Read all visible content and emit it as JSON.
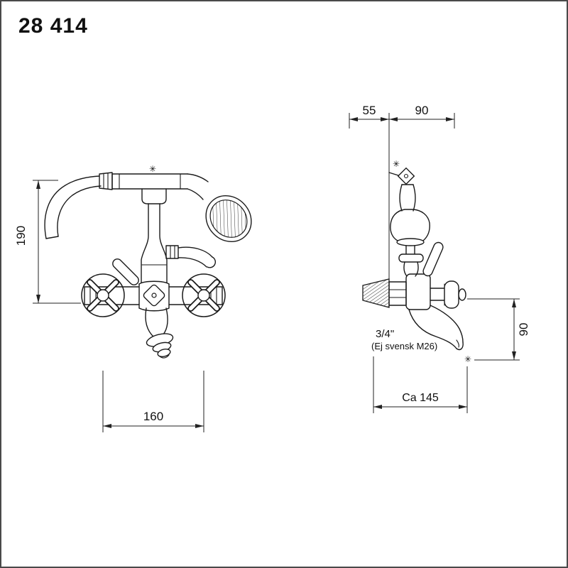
{
  "page": {
    "title": "28 414"
  },
  "front_view": {
    "dim_height": "190",
    "dim_width": "160"
  },
  "side_view": {
    "dim_wall_offset": "55",
    "dim_wall_to_holder": "90",
    "dim_drop": "90",
    "dim_reach": "Ca 145",
    "thread_size": "3/4\"",
    "thread_note": "(Ej svensk M26)"
  },
  "symbols": {
    "reference_mark": "✳"
  },
  "colors": {
    "line": "#1a1a1a",
    "background": "#ffffff",
    "frame": "#4a4a4a"
  }
}
